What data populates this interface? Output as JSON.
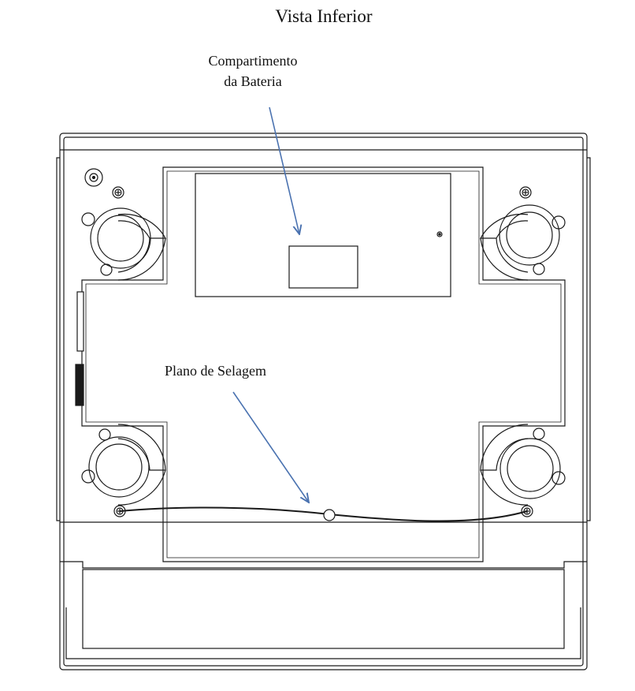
{
  "title": "Vista Inferior",
  "labels": {
    "battery_line1": "Compartimento",
    "battery_line2": "da Bateria",
    "seal_plane": "Plano de Selagem"
  },
  "colors": {
    "line": "#1a1a1a",
    "arrow": "#4a72b0",
    "background": "#ffffff"
  }
}
